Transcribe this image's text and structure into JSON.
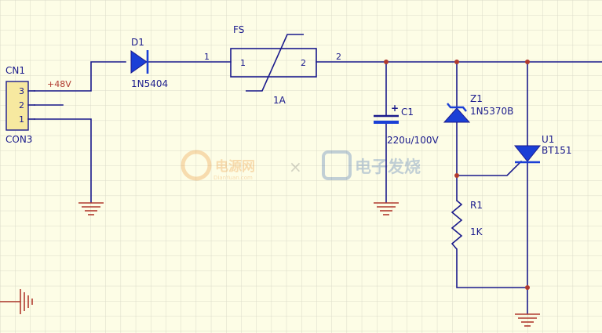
{
  "connector": {
    "ref": "CN1",
    "type": "CON3",
    "pins": [
      "3",
      "2",
      "1"
    ],
    "net_label": "+48V"
  },
  "diode": {
    "ref": "D1",
    "part": "1N5404",
    "pin_a": "1"
  },
  "fuse": {
    "ref": "FS",
    "pin1": "1",
    "pin2": "2",
    "rating": "1A",
    "net_after": "2"
  },
  "capacitor": {
    "ref": "C1",
    "polarity": "+",
    "value": "220u/100V"
  },
  "zener": {
    "ref": "Z1",
    "part": "1N5370B"
  },
  "scr": {
    "ref": "U1",
    "part": "BT151"
  },
  "resistor": {
    "ref": "R1",
    "value": "1K"
  },
  "watermark": {
    "left_logo": "电源网",
    "left_url": "DianYuan.com",
    "separator": "×",
    "right_logo": "电子发烧"
  },
  "colors": {
    "grid_bg": "#fdfde6",
    "grid_line": "#dadac8",
    "wire": "#1a1a8c",
    "ground": "#b03a2e",
    "component_fill": "#1a3fd6",
    "connector_fill": "#f7e9a0"
  }
}
